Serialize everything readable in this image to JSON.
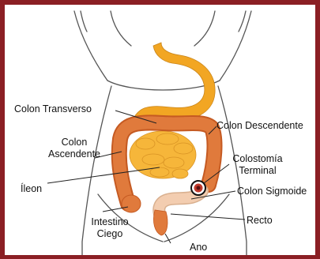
{
  "labels": {
    "colon_transverso": "Colon Transverso",
    "colon_ascendente_1": "Colon",
    "colon_ascendente_2": "Ascendente",
    "ileon": "Íleon",
    "intestino_ciego_1": "Intestino",
    "intestino_ciego_2": "Ciego",
    "ano": "Ano",
    "colon_descendente": "Colon Descendente",
    "colostomia_terminal_1": "Colostomía",
    "colostomia_terminal_2": "Terminal",
    "colon_sigmoide": "Colon Sigmoide",
    "recto": "Recto"
  },
  "colors": {
    "frame": "#8b1f24",
    "stomach": "#f2a623",
    "small_intestine": "#f6b63a",
    "colon": "#e07a3c",
    "sigmoid_rectum": "#f3cdb0",
    "stoma": "#c0392b",
    "outline": "#555555"
  }
}
